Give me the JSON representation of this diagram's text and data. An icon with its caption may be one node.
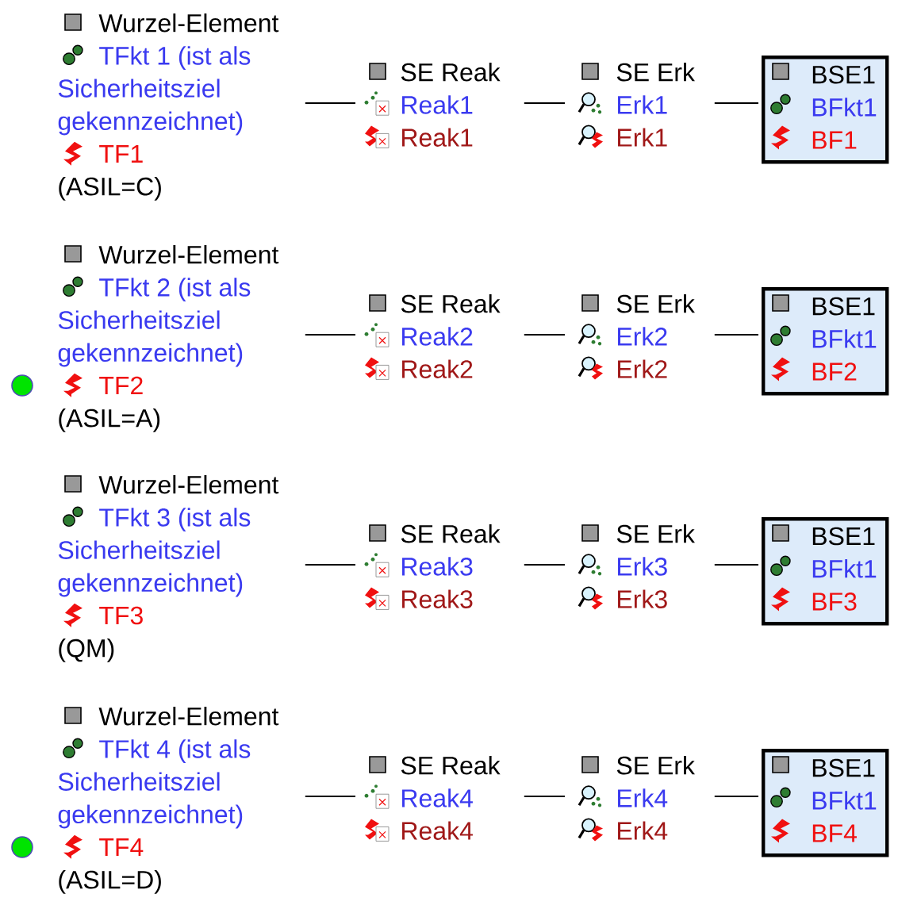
{
  "diagram": {
    "nodes": [
      {
        "text": [
          "Wurzel-Element",
          "TFkt 1 (ist als Sicherheitsziel gekennzeichnet)",
          "TF1",
          "(ASIL=C)"
        ]
      },
      {
        "text": [
          "SE Reak",
          "Reak1",
          "Reak1"
        ]
      },
      {
        "text": [
          "SE Erk",
          "Erk1",
          "Erk1"
        ]
      },
      {
        "text": [
          "BSE1",
          "BFkt1",
          "BF1"
        ]
      },
      {
        "text": [
          "Wurzel-Element",
          "TFkt 2 (ist als Sicherheitsziel gekennzeichnet)",
          "TF2",
          "(ASIL=A)"
        ]
      },
      {
        "text": [
          "SE Reak",
          "Reak2",
          "Reak2"
        ]
      },
      {
        "text": [
          "SE Erk",
          "Erk2",
          "Erk2"
        ]
      },
      {
        "text": [
          "BSE1",
          "BFkt1",
          "BF2"
        ]
      },
      {
        "text": [
          "Wurzel-Element",
          "TFkt 3 (ist als Sicherheitsziel gekennzeichnet)",
          "TF3",
          "(QM)"
        ]
      },
      {
        "text": [
          "SE Reak",
          "Reak3",
          "Reak3"
        ]
      },
      {
        "text": [
          "SE Erk",
          "Erk3",
          "Erk3"
        ]
      },
      {
        "text": [
          "BSE1",
          "BFkt1",
          "BF3"
        ]
      },
      {
        "text": [
          "Wurzel-Element",
          "TFkt 4 (ist als Sicherheitsziel gekennzeichnet)",
          "TF4",
          "(ASIL=D)"
        ]
      },
      {
        "text": [
          "SE Reak",
          "Reak4",
          "Reak4"
        ]
      },
      {
        "text": [
          "SE Erk",
          "Erk4",
          "Erk4"
        ]
      },
      {
        "text": [
          "BSE1",
          "BFkt1",
          "BF4"
        ]
      }
    ],
    "edges": [
      {
        "from": 0,
        "to": 1,
        "arrow": "none"
      },
      {
        "from": 1,
        "to": 2,
        "arrow": "none"
      },
      {
        "from": 2,
        "to": 3,
        "arrow": "none"
      },
      {
        "from": 4,
        "to": 5,
        "arrow": "none"
      },
      {
        "from": 5,
        "to": 6,
        "arrow": "none"
      },
      {
        "from": 6,
        "to": 7,
        "arrow": "none"
      },
      {
        "from": 8,
        "to": 9,
        "arrow": "none"
      },
      {
        "from": 9,
        "to": 10,
        "arrow": "none"
      },
      {
        "from": 10,
        "to": 11,
        "arrow": "none"
      },
      {
        "from": 12,
        "to": 13,
        "arrow": "none"
      },
      {
        "from": 13,
        "to": 14,
        "arrow": "none"
      },
      {
        "from": 14,
        "to": 15,
        "arrow": "none"
      }
    ]
  }
}
